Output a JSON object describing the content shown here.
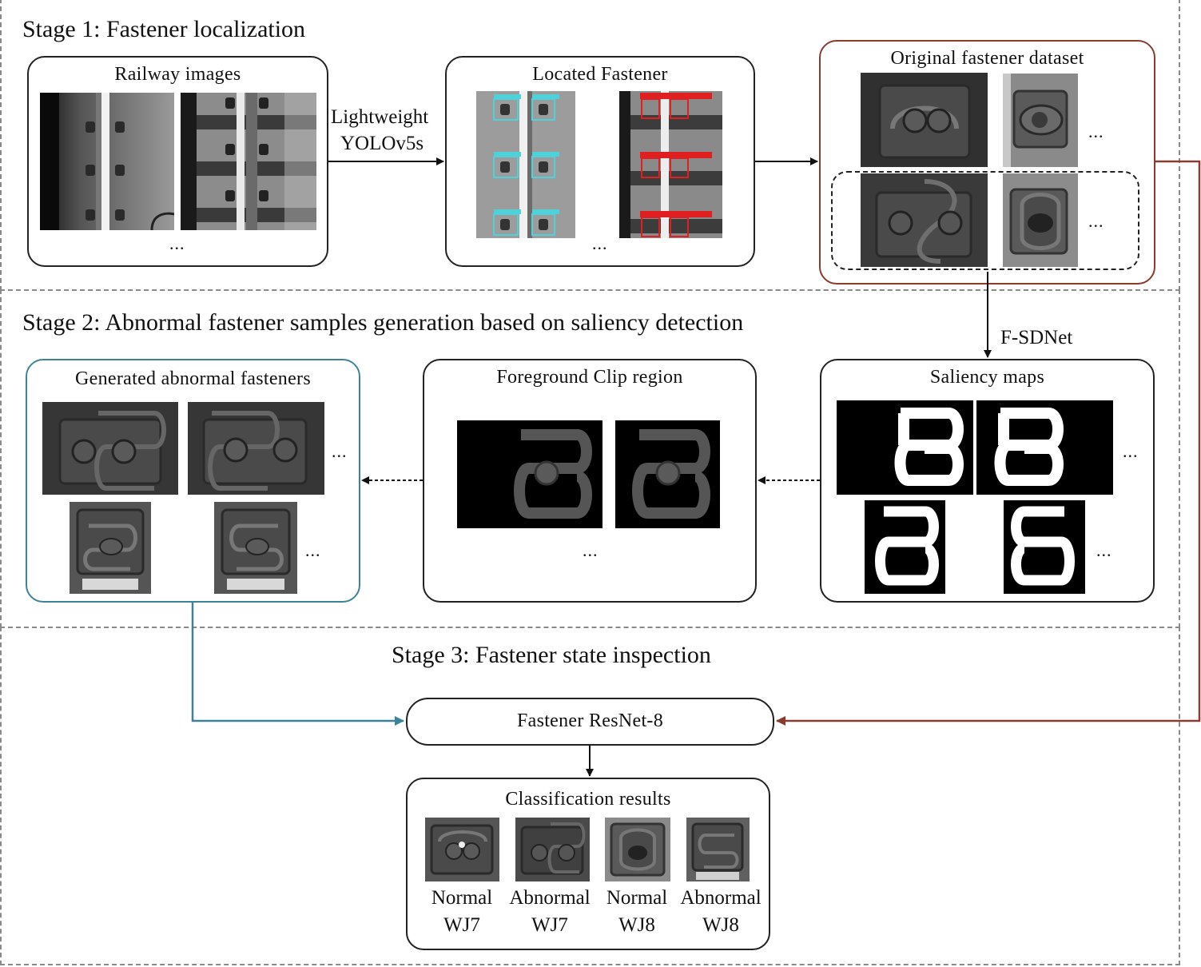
{
  "stages": {
    "stage1_title": "Stage 1: Fastener localization",
    "stage2_title": "Stage 2: Abnormal fastener samples generation based on saliency detection",
    "stage3_title": "Stage 3: Fastener state inspection"
  },
  "boxes": {
    "railway": "Railway images",
    "located": "Located Fastener",
    "original": "Original fastener dataset",
    "saliency": "Saliency maps",
    "foreground": "Foreground Clip region",
    "generated": "Generated abnormal fasteners",
    "resnet": "Fastener ResNet-8",
    "classification": "Classification results"
  },
  "arrows": {
    "yolo_line1": "Lightweight",
    "yolo_line2": "YOLOv5s",
    "fsdnet": "F-SDNet"
  },
  "ellipsis": "...",
  "classification_labels": [
    {
      "line1": "Normal",
      "line2": "WJ7"
    },
    {
      "line1": "Abnormal",
      "line2": "WJ7"
    },
    {
      "line1": "Normal",
      "line2": "WJ8"
    },
    {
      "line1": "Abnormal",
      "line2": "WJ8"
    }
  ],
  "colors": {
    "red_path": "#8b3a2e",
    "blue_path": "#3d8397",
    "detection_cyan": "#4fd1d9",
    "detection_red": "#e02020"
  }
}
